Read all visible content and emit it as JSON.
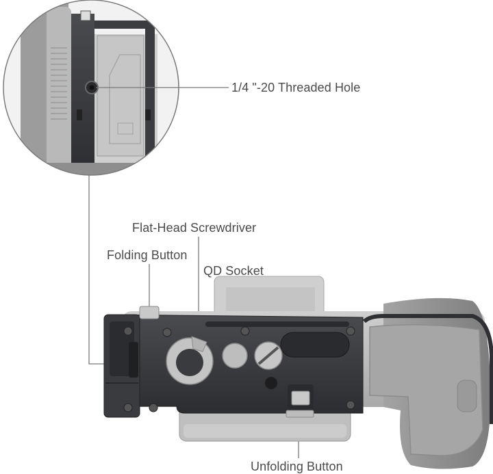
{
  "callouts": {
    "threaded_hole": "1/4 \"-20 Threaded Hole",
    "flat_head_screwdriver": "Flat-Head Screwdriver",
    "folding_button": "Folding Button",
    "qd_socket": "QD Socket",
    "unfolding_button": "Unfolding Button"
  },
  "colors": {
    "label_text": "#4a4a4a",
    "leader_line": "#7a7a7a",
    "plate_metal": "#3a3b3e",
    "camera_body": "#bdbdbd",
    "grip": "#8f8f8f"
  }
}
